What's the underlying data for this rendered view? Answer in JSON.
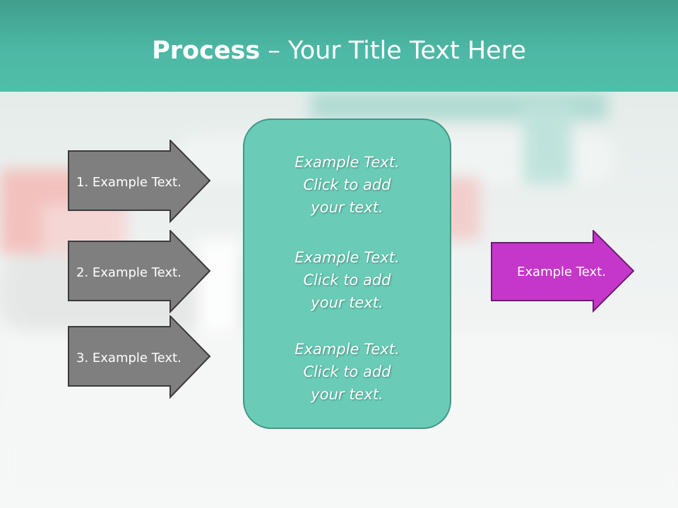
{
  "title": {
    "bold": "Process",
    "rest": " – Your Title Text Here"
  },
  "steps": [
    {
      "label": "1. Example Text."
    },
    {
      "label": "2. Example Text."
    },
    {
      "label": "3. Example Text."
    }
  ],
  "center": {
    "blocks": [
      {
        "line1": "Example Text.",
        "line2": "Click  to add",
        "line3": "your text."
      },
      {
        "line1": "Example Text.",
        "line2": "Click  to add",
        "line3": "your text."
      },
      {
        "line1": "Example Text.",
        "line2": "Click  to add",
        "line3": "your text."
      }
    ]
  },
  "output": {
    "label": "Example Text."
  },
  "colors": {
    "header": "#4db8a5",
    "step_arrow": "#7f7f7f",
    "center_box": "#6acbb7",
    "output_arrow": "#c537c9"
  }
}
